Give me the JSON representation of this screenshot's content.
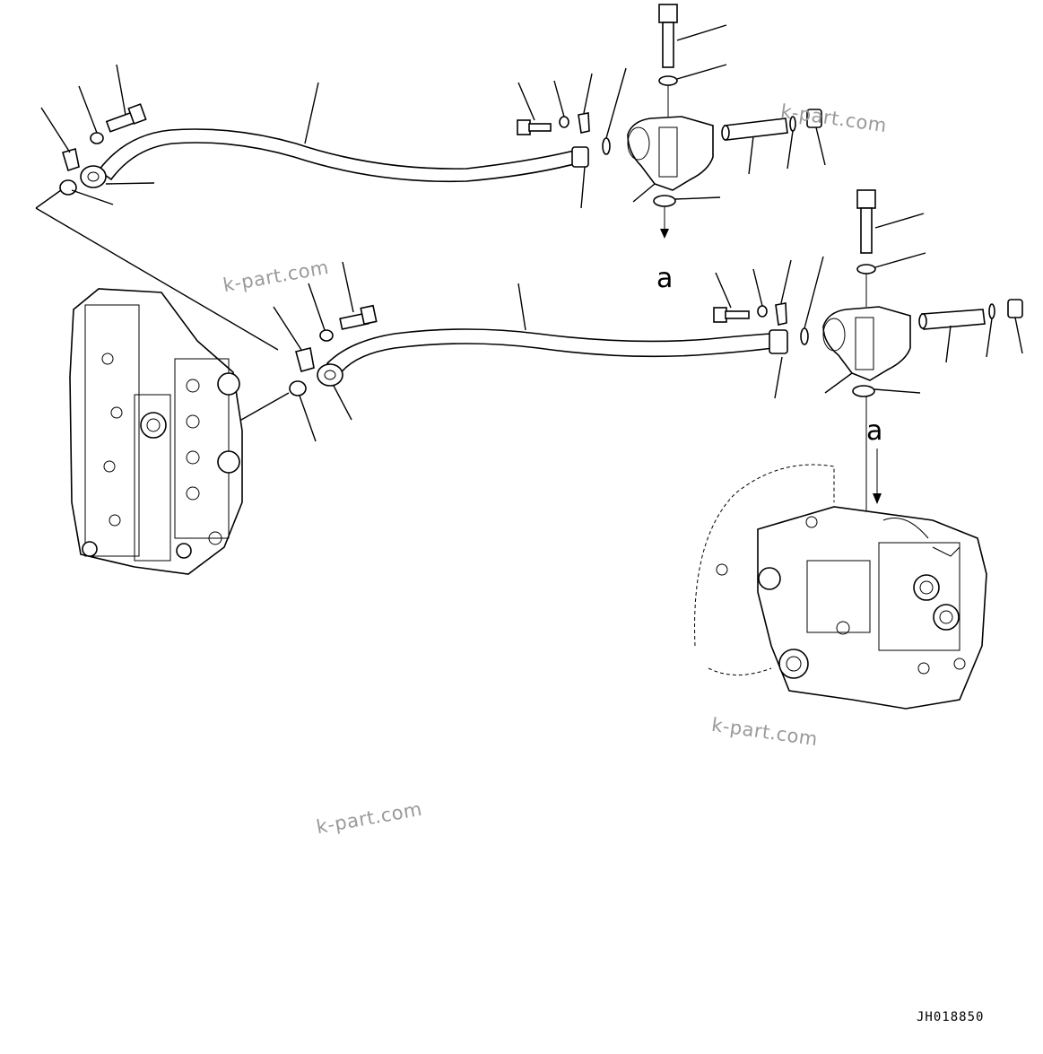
{
  "diagram": {
    "drawing_code": "JH018850",
    "callout_label": "a",
    "watermark": "k-part.com"
  }
}
